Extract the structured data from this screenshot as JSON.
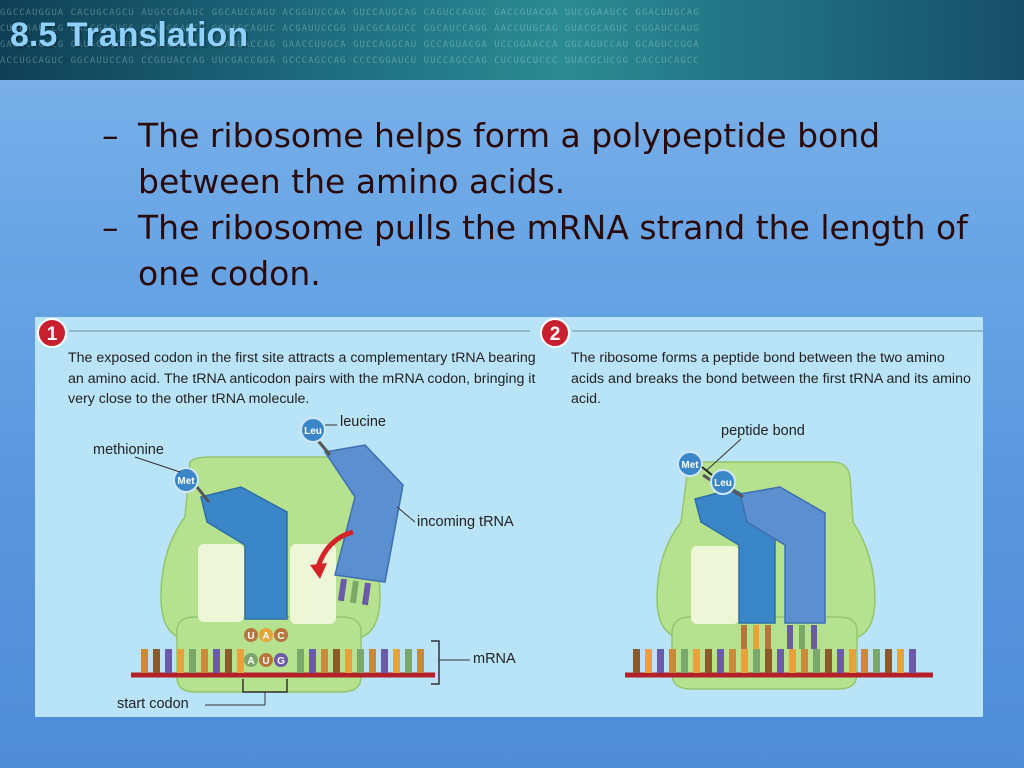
{
  "slide": {
    "title": "8.5 Translation"
  },
  "bullets": [
    "The ribosome helps form a polypeptide bond between the amino acids.",
    "The ribosome pulls the mRNA strand the length of one codon."
  ],
  "bullet_marker": "–",
  "steps": [
    {
      "number": "1",
      "text": "The exposed codon in the first site attracts a complementary tRNA bearing an amino acid. The tRNA anticodon pairs with the mRNA codon, bringing it very close to the other tRNA molecule.",
      "labels": {
        "methionine": "methionine",
        "leucine": "leucine",
        "incoming": "incoming tRNA",
        "mrna": "mRNA",
        "start": "start codon"
      },
      "met": "Met",
      "leu": "Leu",
      "anticodon": [
        "U",
        "A",
        "C"
      ],
      "codon": [
        "A",
        "U",
        "G"
      ]
    },
    {
      "number": "2",
      "text": "The ribosome forms a peptide bond between the two amino acids and breaks the bond between the first tRNA and its amino acid.",
      "labels": {
        "peptide": "peptide bond"
      },
      "met": "Met",
      "leu": "Leu"
    }
  ],
  "colors": {
    "ribosome": "#b6e28f",
    "trna": "#3a86c8",
    "mrna_backbone": "#b3202a",
    "step_badge": "#c8202e"
  }
}
